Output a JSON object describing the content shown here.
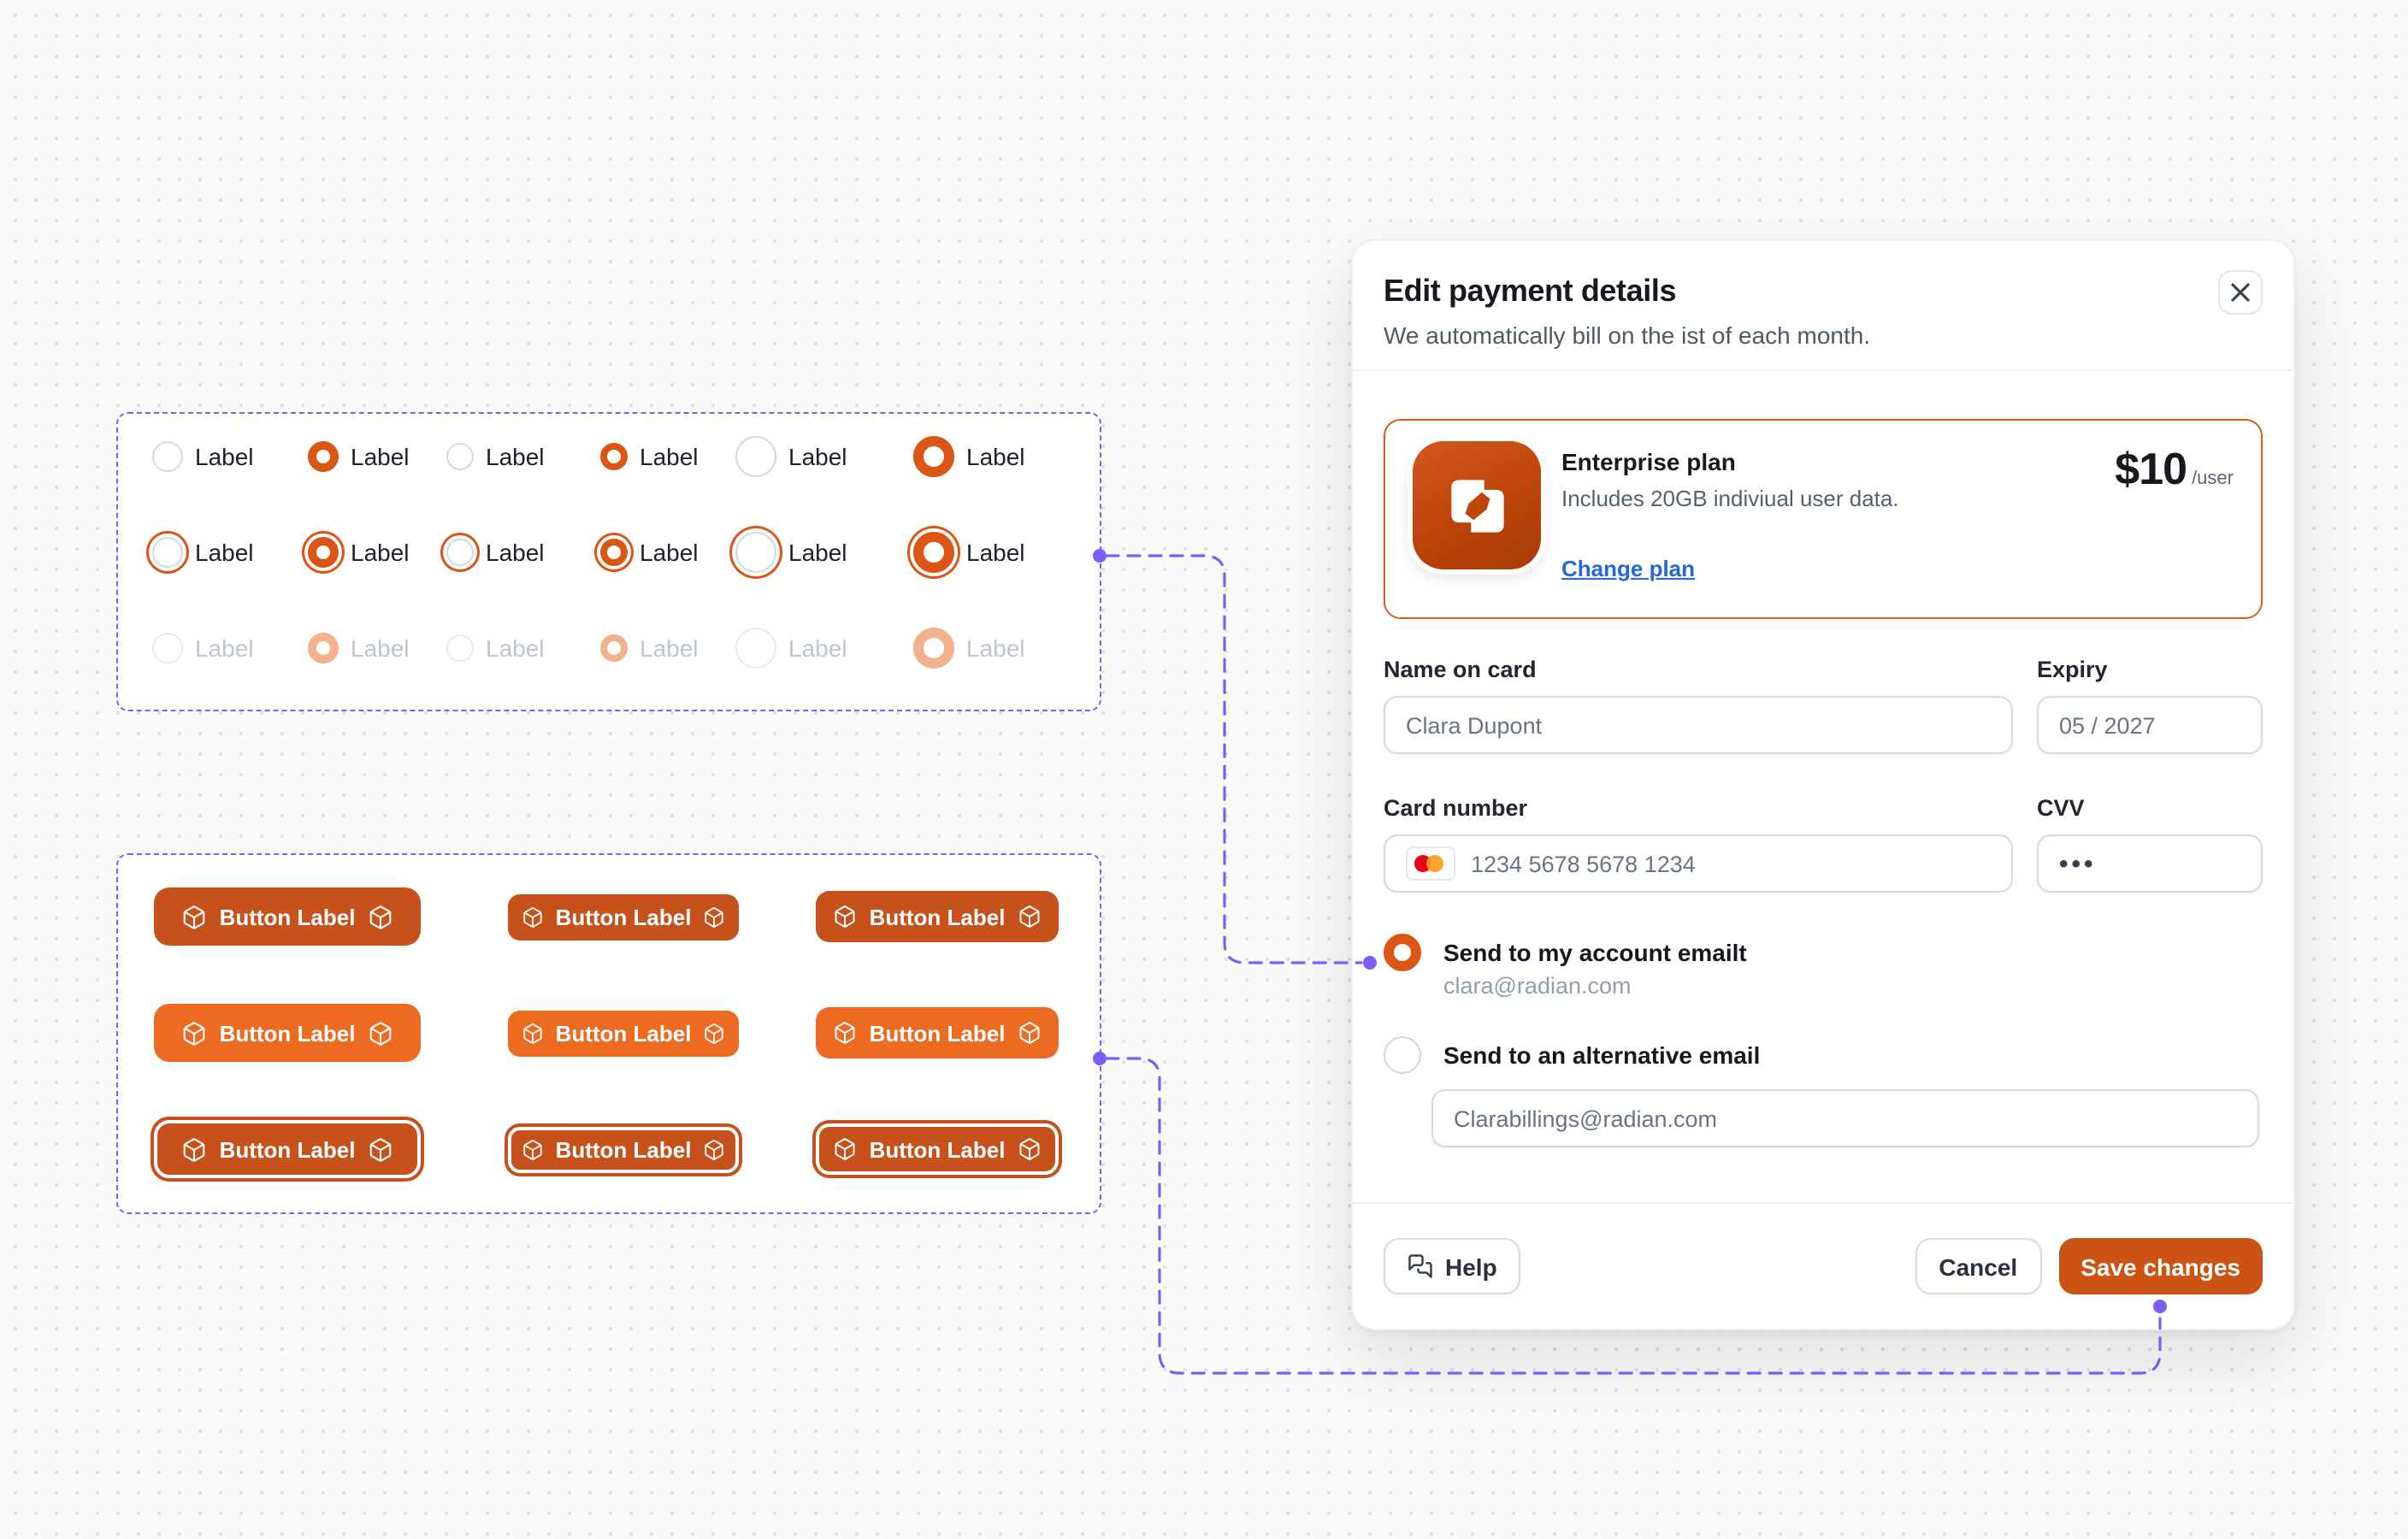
{
  "colors": {
    "accent_orange": "#DB5514",
    "button_default": "#C6511B",
    "button_hover": "#ED6A21",
    "save_button": "#CB5415",
    "plan_border": "#DD5C17",
    "link_blue": "#2468D3",
    "connector_violet": "#7D5CFA",
    "mastercard_red": "#EB001B",
    "mastercard_orange": "#F79E1B"
  },
  "radio_grid": {
    "label": "Label",
    "rows": [
      {
        "state": "default"
      },
      {
        "state": "focus"
      },
      {
        "state": "disabled"
      }
    ],
    "columns": [
      {
        "size": "md",
        "selected": false
      },
      {
        "size": "md",
        "selected": true
      },
      {
        "size": "sm",
        "selected": false
      },
      {
        "size": "sm",
        "selected": true
      },
      {
        "size": "lg",
        "selected": false
      },
      {
        "size": "lg",
        "selected": true
      }
    ]
  },
  "button_grid": {
    "label": "Button Label",
    "rows": [
      {
        "variant": "default"
      },
      {
        "variant": "hover"
      },
      {
        "variant": "focus"
      }
    ],
    "sizes": [
      "lg",
      "sm",
      "md"
    ]
  },
  "modal": {
    "title": "Edit payment details",
    "subtitle": "We automatically bill on the ist of each month.",
    "plan": {
      "name": "Enterprise plan",
      "description": "Includes 20GB indiviual user data.",
      "link": "Change plan",
      "price": "$10",
      "price_unit": "/user"
    },
    "fields": {
      "name_label": "Name on card",
      "name_value": "Clara Dupont",
      "expiry_label": "Expiry",
      "expiry_value": "05 / 2027",
      "card_label": "Card number",
      "card_value": "1234 5678 5678 1234",
      "cvv_label": "CVV",
      "cvv_value": "•••"
    },
    "options": [
      {
        "label": "Send to my account emailt",
        "sub": "clara@radian.com",
        "selected": true
      },
      {
        "label": "Send to an alternative email",
        "input_value": "Clarabillings@radian.com",
        "selected": false
      }
    ],
    "footer": {
      "help": "Help",
      "cancel": "Cancel",
      "save": "Save changes"
    }
  }
}
